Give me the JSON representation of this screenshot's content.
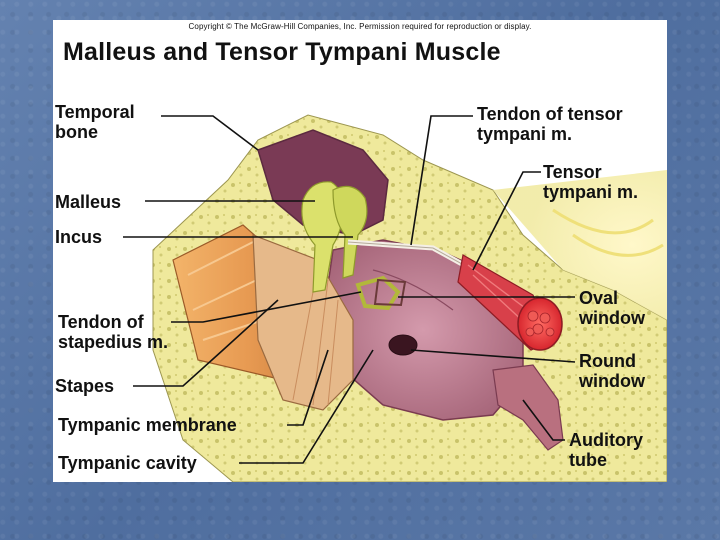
{
  "copyright": "Copyright © The McGraw-Hill Companies, Inc. Permission required for reproduction or display.",
  "title": "Malleus and Tensor Tympani Muscle",
  "labels": {
    "temporal_bone": [
      "Temporal",
      "bone"
    ],
    "malleus": "Malleus",
    "incus": "Incus",
    "tendon_stapedius": [
      "Tendon of",
      "stapedius m."
    ],
    "stapes": "Stapes",
    "tympanic_membrane": "Tympanic membrane",
    "tympanic_cavity": "Tympanic cavity",
    "tendon_tensor": [
      "Tendon of tensor",
      "tympani m."
    ],
    "tensor_tympani": [
      "Tensor",
      "tympani m."
    ],
    "oval_window": [
      "Oval",
      "window"
    ],
    "round_window": [
      "Round",
      "window"
    ],
    "auditory_tube": [
      "Auditory",
      "tube"
    ]
  },
  "colors": {
    "background": "#5b79a8",
    "bone": "#eee89a",
    "cavity": "#b97a8e",
    "muscle": "#d9464a",
    "membrane": "#e4b886",
    "ossicle": "#d8e06a"
  }
}
